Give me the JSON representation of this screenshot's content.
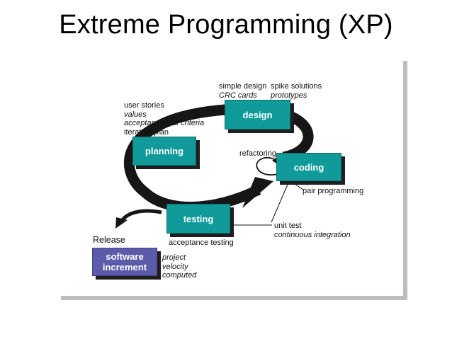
{
  "slide": {
    "title": "Extreme Programming (XP)"
  },
  "phases": {
    "design": "design",
    "planning": "planning",
    "coding": "coding",
    "testing": "testing"
  },
  "release": {
    "label": "Release",
    "box_line1": "software",
    "box_line2": "increment",
    "notes": [
      "project",
      "velocity",
      "computed"
    ]
  },
  "annotations": {
    "simple_design": "simple design",
    "crc_cards": "CRC cards",
    "spike_solutions": "spike solutions",
    "prototypes": "prototypes",
    "user_stories": "user stories",
    "values": "values",
    "acceptance_test_criteria": "acceptance test criteria",
    "iteration_plan": "iteration plan",
    "refactoring": "refactoring",
    "pair_programming": "pair programming",
    "unit_test": "unit test",
    "continuous_integration": "continuous integration",
    "acceptance_testing": "acceptance testing"
  },
  "colors": {
    "phase_fill": "#109a9a",
    "release_fill": "#5b5baa",
    "arrow": "#161616"
  }
}
